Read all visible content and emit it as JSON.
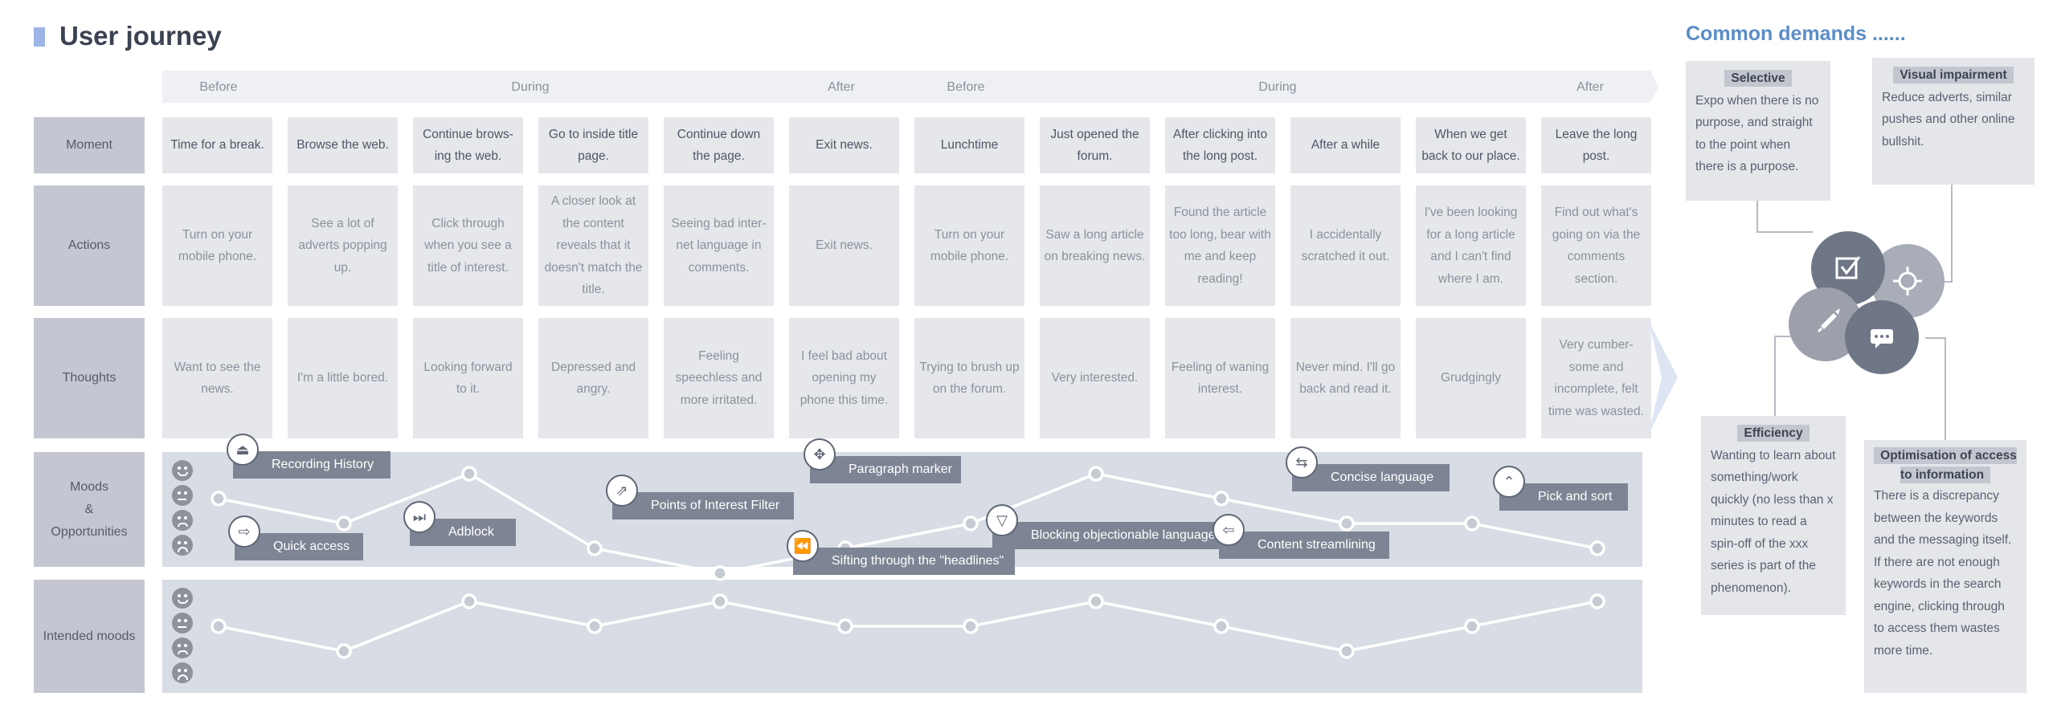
{
  "title": "User journey",
  "phases": [
    "Before",
    "During",
    "After",
    "Before",
    "During",
    "After"
  ],
  "row_labels": {
    "moment": "Moment",
    "actions": "Actions",
    "thoughts": "Thoughts",
    "moods_1": "Moods",
    "moods_2": "&",
    "moods_3": "Opportunities",
    "intended": "Intended moods"
  },
  "moments": [
    "Time for a break.",
    "Browse the web.",
    "Continue brows-ing the web.",
    "Go to inside title page.",
    "Continue down the page.",
    "Exit news.",
    "Lunchtime",
    "Just opened the forum.",
    "After clicking into the long post.",
    "After a while",
    "When we get back to our place.",
    "Leave the long post."
  ],
  "actions": [
    "Turn on your mobile phone.",
    "See a lot of adverts popping up.",
    "Click through when you see a title of interest.",
    "A closer look at the content reveals that it doesn't match the title.",
    "Seeing bad inter-net language in comments.",
    "Exit news.",
    "Turn on your mobile phone.",
    "Saw a long article on breaking news.",
    "Found the article too long, bear with me and keep reading!",
    "I accidentally scratched it out.",
    "I've been looking for a long article and I can't find where I am.",
    "Find out what's going on via the comments section."
  ],
  "thoughts": [
    "Want to see the news.",
    "I'm a little bored.",
    "Looking forward to it.",
    "Depressed and angry.",
    "Feeling speechless and more irritated.",
    "I feel bad about opening my phone this time.",
    "Trying to brush up on the forum.",
    "Very interested.",
    "Feeling of waning interest.",
    "Never mind. I'll go back and read it.",
    "Grudgingly",
    "Very cumber-some and incomplete, felt time was wasted."
  ],
  "mood_levels": [
    2,
    1,
    3,
    0,
    -1,
    0,
    1,
    3,
    2,
    1,
    1,
    0
  ],
  "intended_levels": [
    2,
    1,
    3,
    2,
    3,
    2,
    2,
    3,
    2,
    1,
    2,
    3
  ],
  "opportunities": [
    "Recording History",
    "Quick access",
    "Adblock",
    "Points of Interest Filter",
    "Paragraph marker",
    "Sifting through the \"headlines\"",
    "Blocking objectionable language",
    "Concise language",
    "Content streamlining",
    "Pick and sort"
  ],
  "opportunity_icons": [
    "eject-icon",
    "arrow-right-icon",
    "skip-icon",
    "pin-icon",
    "move-icon",
    "rewind-icon",
    "filter-icon",
    "arrows-swap-icon",
    "arrow-left-icon",
    "chevrons-up-icon"
  ],
  "demands": {
    "title": "Common demands ......",
    "selective": {
      "heading": "Selective",
      "text": "Expo when there is no purpose, and straight to the point when there is a purpose."
    },
    "visual": {
      "heading": "Visual impairment",
      "text": "Reduce adverts, similar pushes and other online bullshit."
    },
    "efficiency": {
      "heading": "Efficiency",
      "text": "Wanting to learn about something/work quickly (no less than x minutes to read a spin-off of the xxx series is part of the phenomenon)."
    },
    "optimisation": {
      "heading": "Optimisation of access to information",
      "text": "There is a discrepancy between the keywords and the messaging itself. If there are not enough keywords in the search engine, clicking through to access them wastes more time."
    }
  },
  "colors": {
    "accent": "#5b8dc9",
    "label_bg": "#c4c7d1",
    "cell_bg": "#e5e7eb",
    "band_bg": "#d8dce4",
    "tag_bg": "#7d8594",
    "circle": "#7b8292"
  }
}
